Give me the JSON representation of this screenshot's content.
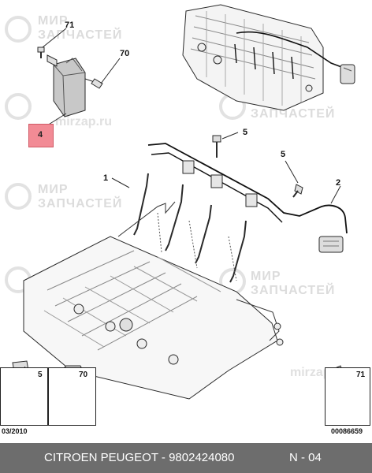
{
  "watermark": {
    "line1": "МИР",
    "line2": "ЗАПЧАСТЕЙ",
    "url": "mirzap.ru",
    "url2": "mirzap.ru"
  },
  "callouts": {
    "c71": "71",
    "c70": "70",
    "c4": "4",
    "c5a": "5",
    "c5b": "5",
    "c1": "1",
    "c2": "2"
  },
  "boxes": {
    "box_left_num5": "5",
    "box_left_num70": "70",
    "box_right_num71": "71",
    "date_code": "03/2010",
    "ref_code": "00086659"
  },
  "footer": {
    "text": "CITROEN PEUGEOT - 9802424080",
    "page": "N - 04"
  },
  "colors": {
    "highlight": "#f28b95",
    "footer_bg": "#6d6d6d",
    "line": "#222222"
  }
}
